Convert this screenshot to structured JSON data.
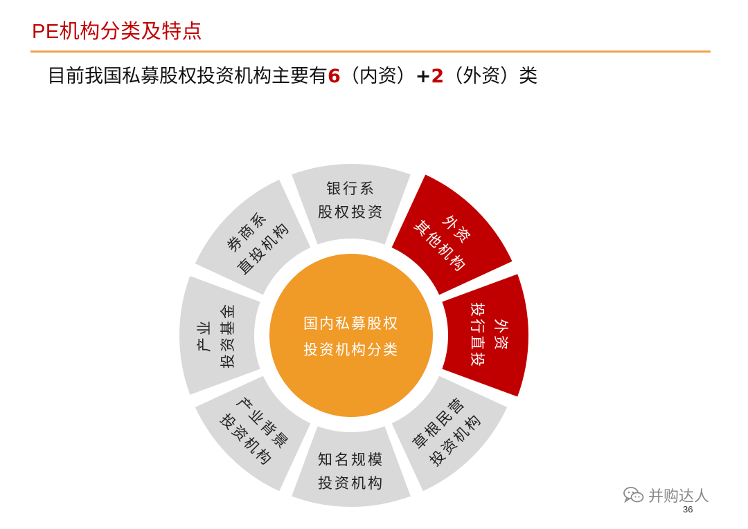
{
  "slide": {
    "title": "PE机构分类及特点",
    "subtitle_prefix": "目前我国私募股权投资机构主要有",
    "subtitle_num1": "6",
    "subtitle_mid1": "（内资）",
    "subtitle_plus": "+",
    "subtitle_num2": "2",
    "subtitle_mid2": "（外资）类",
    "page_number": "36"
  },
  "colors": {
    "accent_red": "#c00000",
    "segment_gray": "#d9d9d9",
    "segment_red": "#c00000",
    "center_orange": "#f09a28",
    "rule_orange": "#f0a24b"
  },
  "diagram": {
    "center": {
      "line1": "国内私募股权",
      "line2": "投资机构分类"
    },
    "segments": [
      {
        "id": "bank",
        "lines": [
          "银行系",
          "股权投资"
        ],
        "kind": "domestic"
      },
      {
        "id": "foreign-other",
        "lines": [
          "外资",
          "其他机构"
        ],
        "kind": "foreign"
      },
      {
        "id": "foreign-ib",
        "lines": [
          "外资",
          "投行直投"
        ],
        "kind": "foreign"
      },
      {
        "id": "grassroots",
        "lines": [
          "草根民营",
          "投资机构"
        ],
        "kind": "domestic"
      },
      {
        "id": "famous",
        "lines": [
          "知名规模",
          "投资机构"
        ],
        "kind": "domestic"
      },
      {
        "id": "industry-bg",
        "lines": [
          "产业背景",
          "投资机构"
        ],
        "kind": "domestic"
      },
      {
        "id": "industry-fund",
        "lines": [
          "产业",
          "投资基金"
        ],
        "kind": "domestic"
      },
      {
        "id": "securities",
        "lines": [
          "券商系",
          "直投机构"
        ],
        "kind": "domestic"
      }
    ]
  },
  "watermark": {
    "text": "并购达人",
    "icon": "wechat-icon"
  }
}
